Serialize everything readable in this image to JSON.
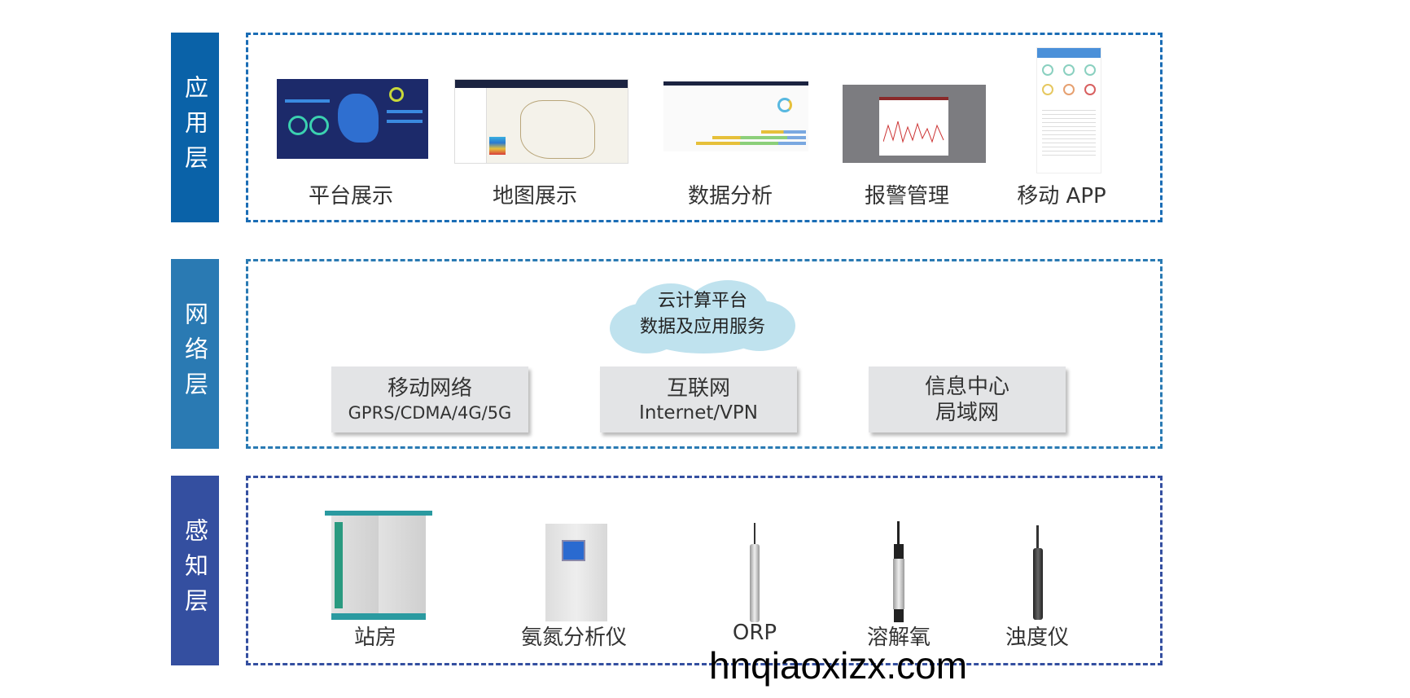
{
  "layers": {
    "application": {
      "title": "应用层",
      "color": "#0a62a8",
      "items": [
        "平台展示",
        "地图展示",
        "数据分析",
        "报警管理",
        "移动 APP"
      ]
    },
    "network": {
      "title": "网络层",
      "color": "#2a7ab3",
      "cloud": {
        "line1": "云计算平台",
        "line2": "数据及应用服务"
      },
      "boxes": [
        {
          "title": "移动网络",
          "sub": "GPRS/CDMA/4G/5G"
        },
        {
          "title": "互联网",
          "sub": "Internet/VPN"
        },
        {
          "title": "信息中心",
          "sub": "局域网"
        }
      ]
    },
    "sensing": {
      "title": "感知层",
      "color": "#344fa0",
      "items": [
        "站房",
        "氨氮分析仪",
        "ORP",
        "溶解氧",
        "浊度仪"
      ]
    }
  },
  "watermark": "hnqiaoxizx.com"
}
